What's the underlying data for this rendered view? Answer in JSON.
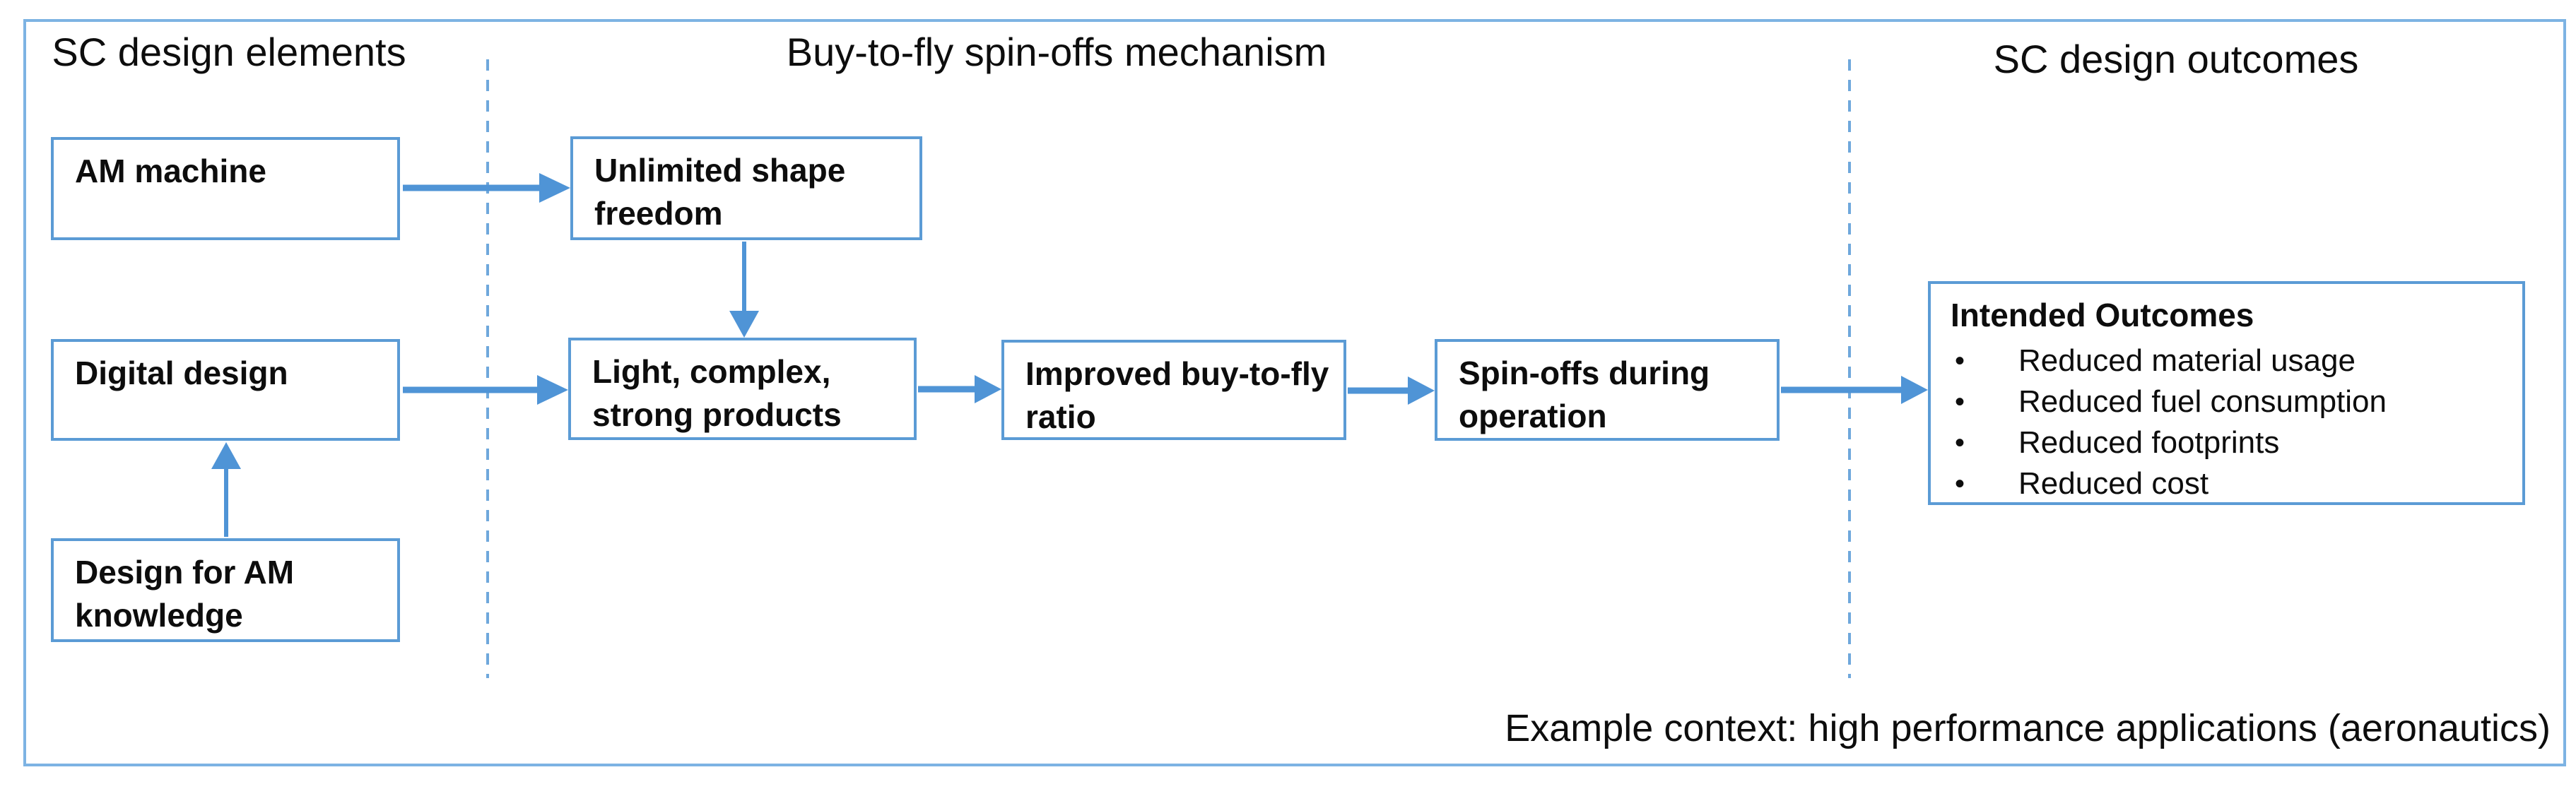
{
  "accent_colors": {
    "box_border_blue": "#5b9bd5",
    "outer_border_blue": "#7db3e3",
    "arrow_blue": "#4f94d6",
    "dashed_line_blue": "#6fa8dc",
    "text_black": "#0d0d0d"
  },
  "sections": {
    "elements": {
      "title": "SC design elements"
    },
    "mechanism": {
      "title": "Buy-to-fly spin-offs mechanism"
    },
    "outcomes": {
      "title": "SC design outcomes"
    }
  },
  "boxes": {
    "am_machine": {
      "label": "AM machine"
    },
    "digital_design": {
      "label": "Digital design"
    },
    "design_for_am": {
      "label": "Design for AM knowledge"
    },
    "unlimited_shape": {
      "label": "Unlimited shape freedom"
    },
    "light_complex": {
      "label": "Light, complex, strong products"
    },
    "improved_ratio": {
      "label": "Improved buy-to-fly ratio"
    },
    "spin_offs": {
      "label": "Spin-offs during operation"
    }
  },
  "outcomes_box": {
    "title": "Intended Outcomes",
    "bullet_char": "•",
    "items": [
      "Reduced material usage",
      "Reduced fuel consumption",
      "Reduced footprints",
      "Reduced cost"
    ]
  },
  "footnote": "Example context: high performance applications (aeronautics)"
}
